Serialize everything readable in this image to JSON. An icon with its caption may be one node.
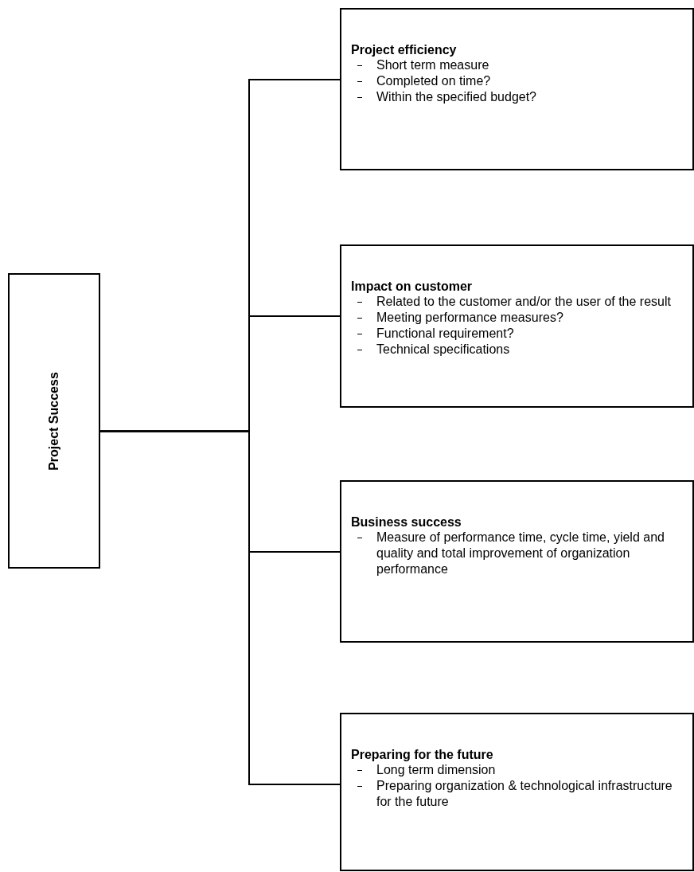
{
  "diagram": {
    "nodes": [
      {
        "text": [
          "Project Success"
        ]
      },
      {
        "text": [
          "Project efficiency",
          "Short term measure",
          "Completed on time?",
          "Within the specified budget?"
        ]
      },
      {
        "text": [
          "Impact on customer",
          "Related to the customer and/or the user of the result",
          "Meeting performance measures?",
          "Functional requirement?",
          "Technical specifications"
        ]
      },
      {
        "text": [
          "Business success",
          "Measure of performance time, cycle time, yield and quality and total improvement of organization performance"
        ]
      },
      {
        "text": [
          "Preparing for the future",
          "Long term dimension",
          "Preparing organization & technological infrastructure for the future"
        ]
      }
    ],
    "edges": [
      {
        "from": 0,
        "to": 1,
        "arrow": "none"
      },
      {
        "from": 0,
        "to": 2,
        "arrow": "none"
      },
      {
        "from": 0,
        "to": 3,
        "arrow": "none"
      },
      {
        "from": 0,
        "to": 4,
        "arrow": "none"
      }
    ]
  }
}
